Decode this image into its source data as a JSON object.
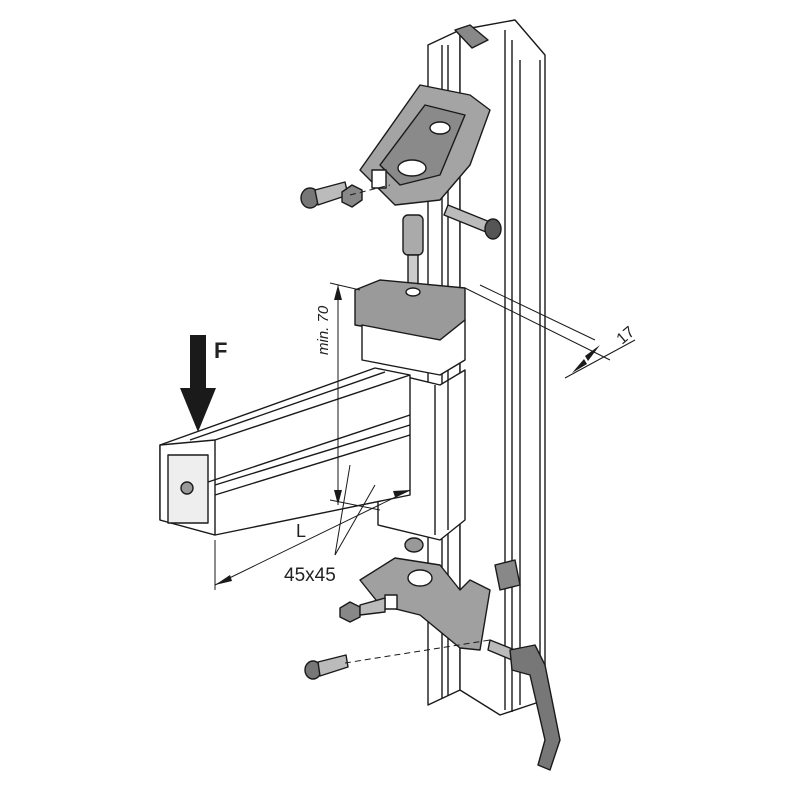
{
  "diagram": {
    "force_label": "F",
    "min_height_label": "min. 70",
    "offset_label": "17",
    "length_label": "L",
    "profile_size_label": "45x45"
  },
  "colors": {
    "line": "#1a1a1a",
    "part_gray": "#9a9a9a",
    "light_gray": "#d6d6d6",
    "dark_gray": "#6e6e6e"
  }
}
